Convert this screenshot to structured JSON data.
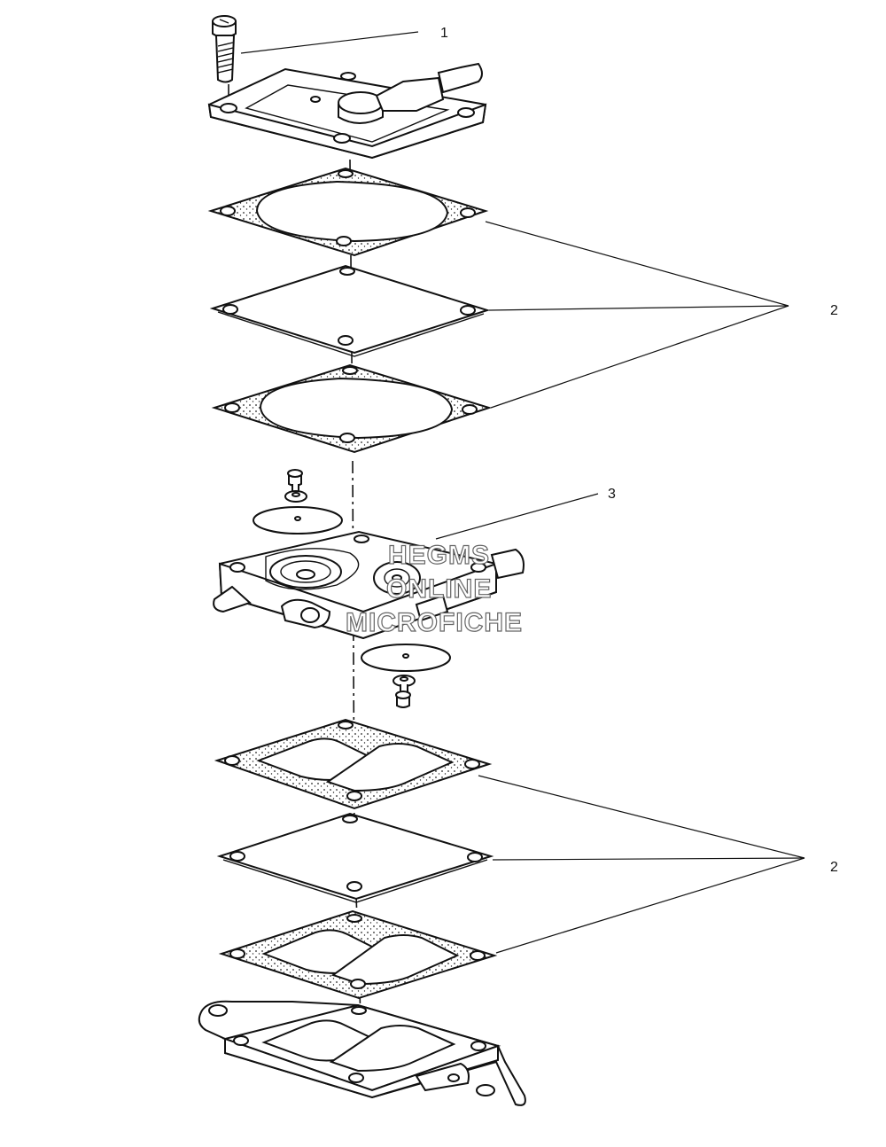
{
  "callouts": {
    "c1": "1",
    "c2_upper": "2",
    "c3": "3",
    "c2_lower": "2"
  },
  "watermark": {
    "line1": "HEGMS",
    "line2": "ONLINE",
    "line3": "MICROFICHE"
  },
  "colors": {
    "ink": "#111111",
    "paper": "#ffffff",
    "watermark_outline": "#666666"
  }
}
